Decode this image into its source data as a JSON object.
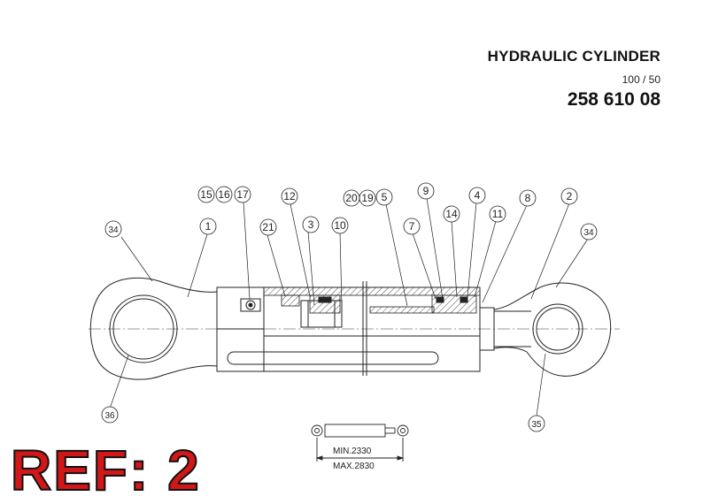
{
  "header": {
    "title": "HYDRAULIC CYLINDER",
    "size": "100 / 50",
    "part_number": "258 610 08"
  },
  "ref_label": "REF: 2",
  "callouts": [
    "15",
    "16",
    "17",
    "12",
    "20",
    "19",
    "5",
    "9",
    "4",
    "8",
    "2",
    "14",
    "11",
    "1",
    "21",
    "3",
    "10",
    "7",
    "34",
    "34",
    "36",
    "35"
  ],
  "dimensions": {
    "min": "MIN.2330",
    "max": "MAX.2830"
  }
}
